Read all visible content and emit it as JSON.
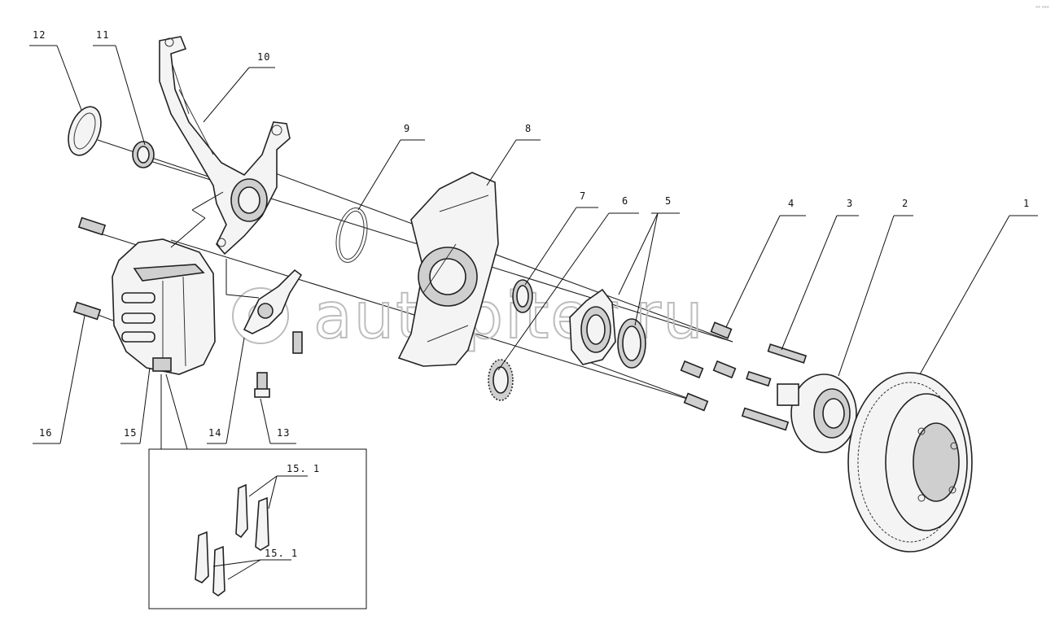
{
  "watermark": {
    "text": "autopiter.ru",
    "color": "#bdbdbd"
  },
  "corner_mark": "°° °°°",
  "callouts": {
    "c1": "1",
    "c2": "2",
    "c3": "3",
    "c4": "4",
    "c5": "5",
    "c6": "6",
    "c7": "7",
    "c8": "8",
    "c9": "9",
    "c10": "10",
    "c11": "11",
    "c12": "12",
    "c13": "13",
    "c14": "14",
    "c15": "15",
    "c16": "16"
  },
  "detail_inset": {
    "label_top": "15. 1",
    "label_bottom": "15. 1"
  }
}
